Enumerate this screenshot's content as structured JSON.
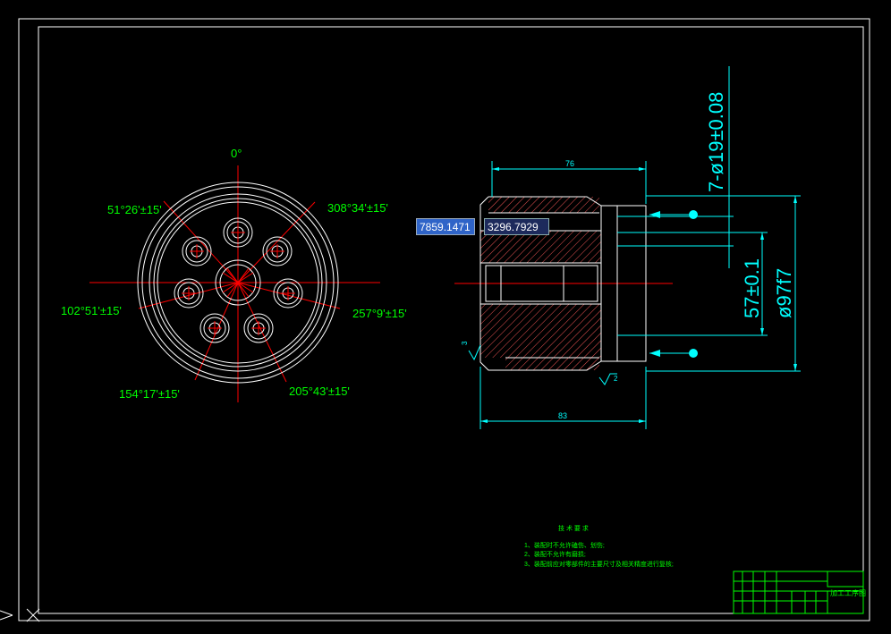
{
  "dynamic_input": {
    "x_value": "7859.1471",
    "y_value": "3296.7929"
  },
  "front_view": {
    "angle_top": "0°",
    "angles": {
      "a51": "51°26'±15'",
      "a308": "308°34'±15'",
      "a102": "102°51'±15'",
      "a257": "257°9'±15'",
      "a154": "154°17'±15'",
      "a205": "205°43'±15'"
    }
  },
  "section_view": {
    "dim_top": "76",
    "dim_bottom": "83",
    "dim_holes": "7-ø19±0.08",
    "dim_57": "57±0.1",
    "dim_97": "ø97f7",
    "roughness_left": "3",
    "roughness_bottom": "2"
  },
  "notes": {
    "title": "技 术 要 求",
    "items": [
      "1、装配时不允许磕伤、划伤;",
      "2、装配不允许有磨损;",
      "3、装配前应对零部件的主要尺寸及相关精度进行复核;"
    ]
  },
  "title_block": {
    "name": "加工工序图"
  },
  "colors": {
    "background": "#000000",
    "white": "#ffffff",
    "green": "#00ff00",
    "cyan": "#00ffff",
    "red": "#ff0000"
  }
}
